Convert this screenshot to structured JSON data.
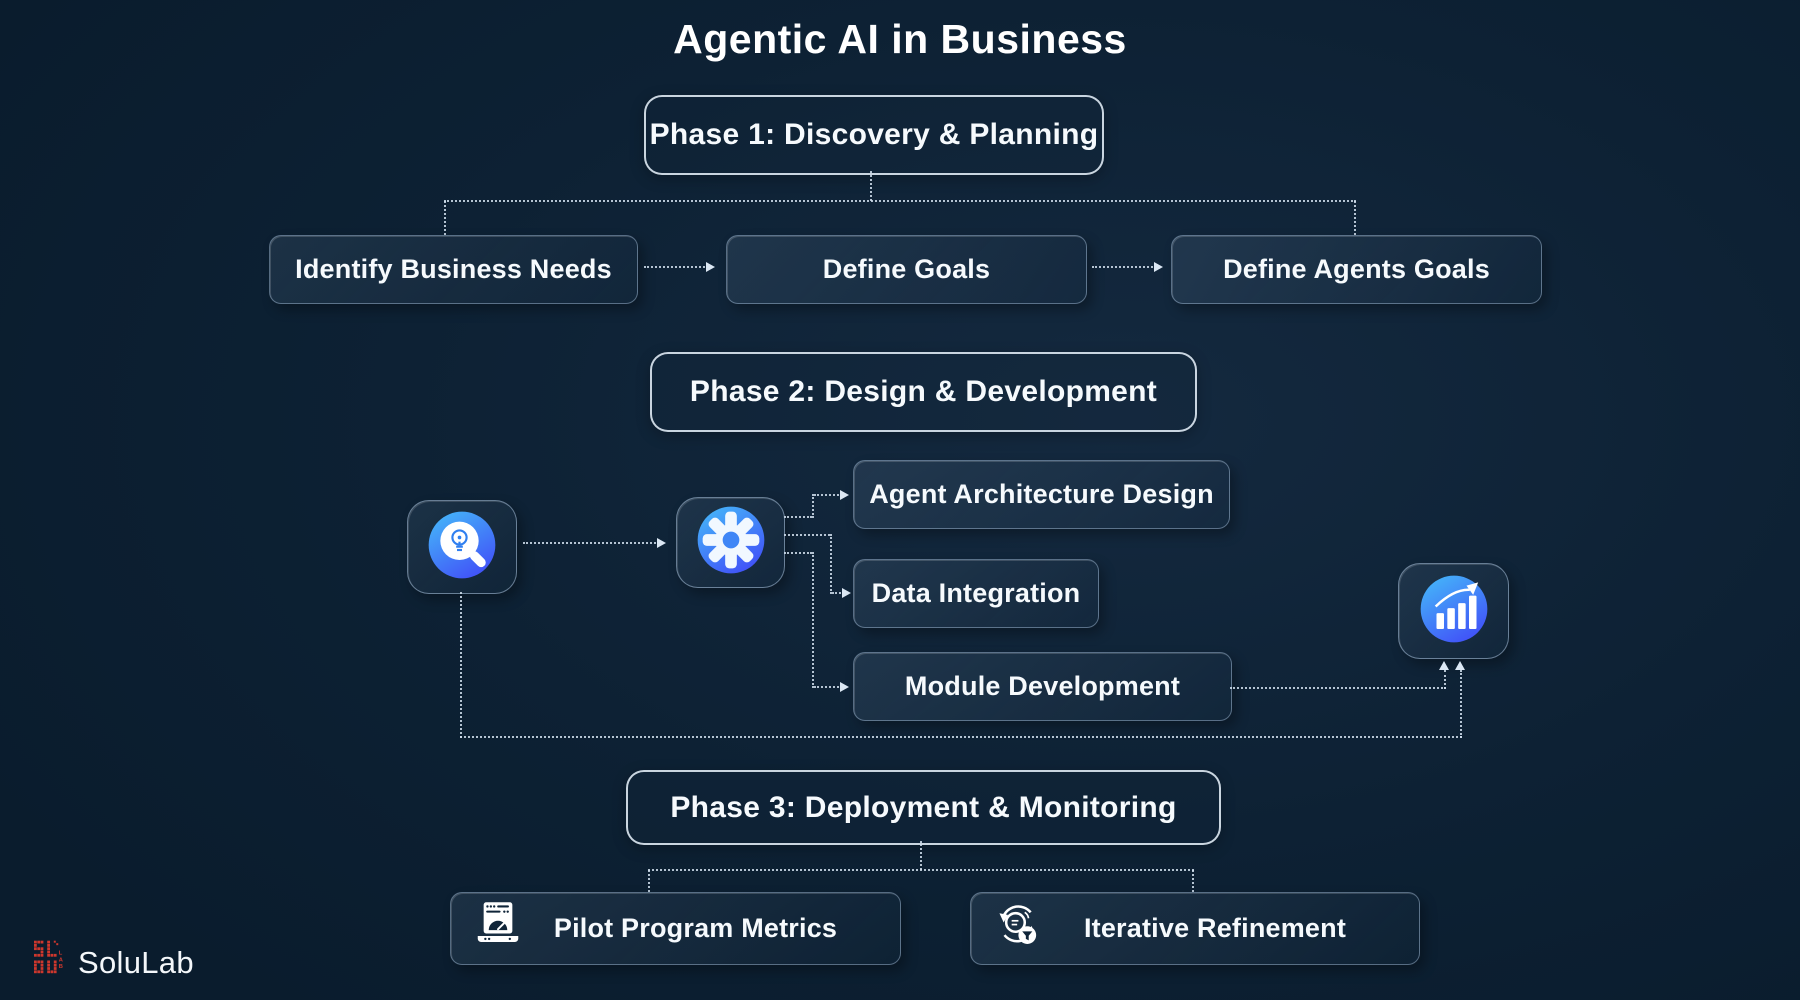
{
  "title": "Agentic AI in Business",
  "brand": {
    "name": "SoluLab"
  },
  "colors": {
    "background": "#0d2134",
    "box_border": "#b9d0e6",
    "text": "#f4f8fc",
    "connector": "#d2e0ee",
    "icon_gradient_light": "#45bdf9",
    "icon_gradient_dark": "#4156f8",
    "logo_red": "#cd372d"
  },
  "phases": [
    {
      "label": "Phase 1: Discovery & Planning",
      "steps": [
        "Identify Business Needs",
        "Define Goals",
        "Define Agents Goals"
      ]
    },
    {
      "label": "Phase 2: Design & Development",
      "steps": [
        "Agent Architecture Design",
        "Data Integration",
        "Module Development"
      ],
      "icons": [
        "search-idea",
        "gear",
        "growth-chart"
      ]
    },
    {
      "label": "Phase 3: Deployment & Monitoring",
      "steps": [
        "Pilot Program Metrics",
        "Iterative Refinement"
      ],
      "icons": [
        "pilot-metrics",
        "iterative-refinement"
      ]
    }
  ]
}
